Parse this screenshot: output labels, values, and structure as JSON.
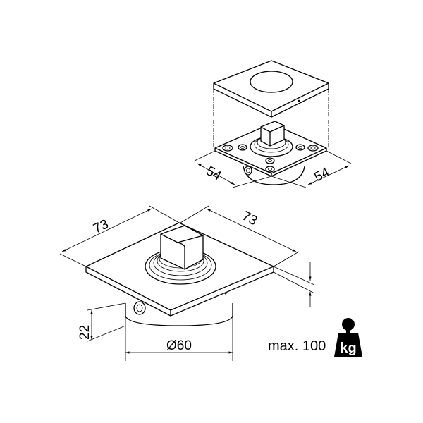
{
  "dimensions": {
    "plate_width_left": "73",
    "plate_width_right": "73",
    "cover_width_left": "54",
    "cover_width_right": "54",
    "height": "22",
    "diameter": "Ø60"
  },
  "load": {
    "label": "max. 100",
    "unit": "kg"
  }
}
